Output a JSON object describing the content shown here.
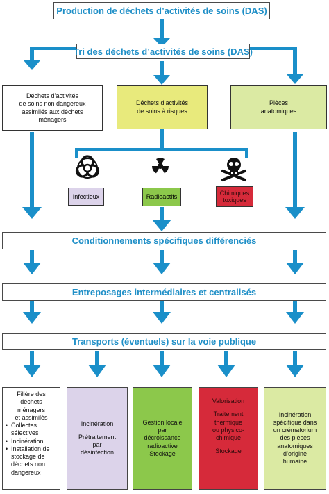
{
  "colors": {
    "arrow": "#1a8fc9",
    "bar_text": "#1f8fc7",
    "yellow": "#e8ea7c",
    "light_green": "#dbeaa3",
    "lavender": "#dcd3ea",
    "green": "#8cc84b",
    "red": "#d62a3a"
  },
  "header": {
    "title": "Production de déchets d’activités de soins (DAS)"
  },
  "tri": {
    "title": "Tri des déchets d’activités de soins (DAS)"
  },
  "categories": {
    "non_dangereux": [
      "Déchets d’activités",
      "de soins non dangereux",
      "assimilés aux déchets",
      "ménagers"
    ],
    "risques": [
      "Déchets d’activités",
      "de soins à risques"
    ],
    "pieces": [
      "Pièces",
      "anatomiques"
    ]
  },
  "hazards": {
    "infectieux": {
      "label": "Infectieux",
      "icon": "biohazard-icon"
    },
    "radioactifs": {
      "label": "Radioactifs",
      "icon": "radiation-icon"
    },
    "chimiques": {
      "label_1": "Chimiques",
      "label_2": "toxiques",
      "icon": "skull-crossbones-icon"
    }
  },
  "steps": {
    "conditionnements": "Conditionnements spécifiques différenciés",
    "entreposages": "Entreposages intermédiaires et centralisés",
    "transports": "Transports (éventuels) sur la voie publique"
  },
  "outcomes": {
    "filiere": {
      "intro": [
        "Filière des",
        "déchets",
        "ménagers",
        "et assimilés"
      ],
      "items": [
        "Collectes sélectives",
        "Incinération",
        "Installation de stockage de déchets non dangereux"
      ]
    },
    "infectieux": [
      "Incinération",
      "",
      "Prétraitement",
      "par",
      "désinfection"
    ],
    "radioactifs": [
      "Gestion locale",
      "par",
      "décroissance",
      "radioactive",
      "Stockage"
    ],
    "chimiques": [
      "Valorisation",
      "",
      "Traitement",
      "thermique",
      "ou physico-",
      "chimique",
      "",
      "Stockage"
    ],
    "pieces": [
      "Incinération",
      "spécifique dans",
      "un crématorium",
      "des pièces",
      "anatomiques",
      "d’origine",
      "humaine"
    ]
  }
}
